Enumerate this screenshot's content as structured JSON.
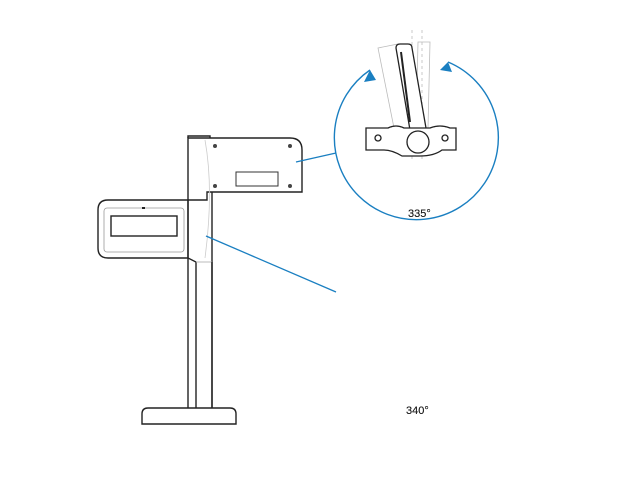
{
  "diagram": {
    "subject": "Pole-mounted customer display with dual screens",
    "accent_color": "#1a7fc1",
    "callouts": [
      {
        "id": "upper",
        "rotation_label": "335°",
        "target": "upper display"
      },
      {
        "id": "lower",
        "rotation_label": "340°",
        "target": "lower display / pole joint"
      }
    ]
  }
}
